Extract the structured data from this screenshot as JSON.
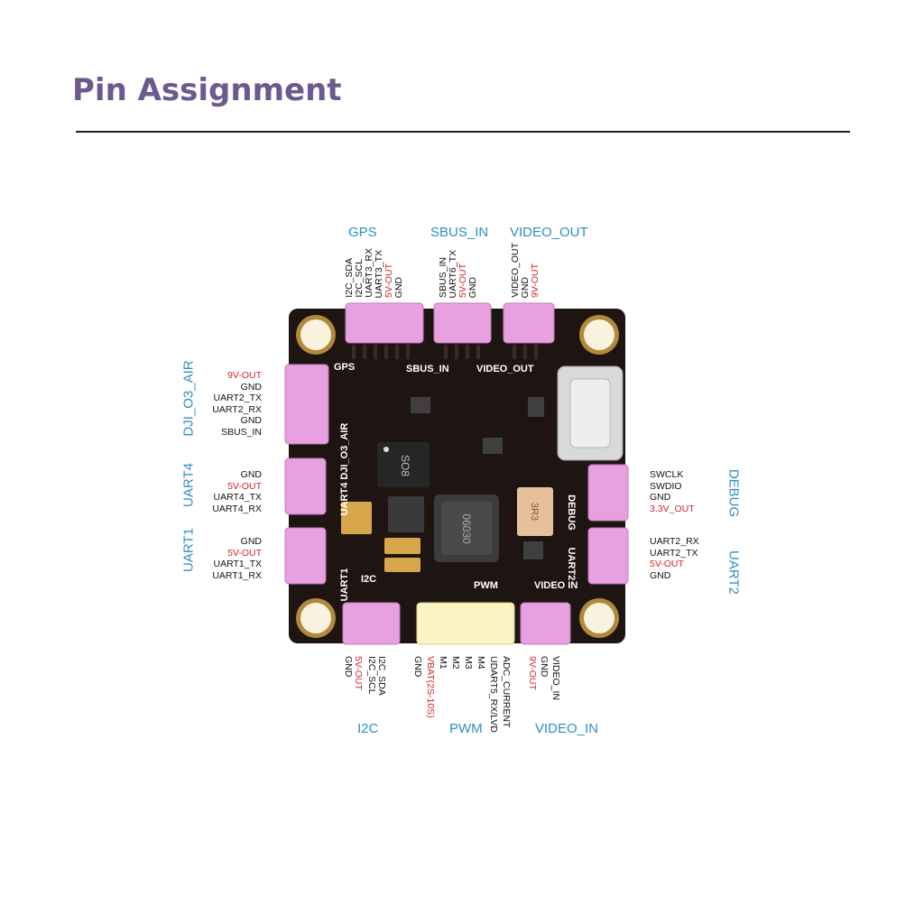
{
  "title": "Pin Assignment",
  "colors": {
    "title": "#6a5a8e",
    "group_label": "#2f8fc4",
    "power_pin": "#d1262b",
    "board": "#1e1512",
    "connector": "#e8a0e0"
  },
  "groups": {
    "gps": {
      "label": "GPS",
      "pins": [
        "I2C_SDA",
        "I2C_SCL",
        "UART3_RX",
        "UART3_TX",
        "5V-OUT",
        "GND"
      ]
    },
    "sbus_in": {
      "label": "SBUS_IN",
      "pins": [
        "SBUS_IN",
        "UART6_TX",
        "5V-OUT",
        "GND"
      ]
    },
    "video_out": {
      "label": "VIDEO_OUT",
      "pins": [
        "VIDEO_OUT",
        "GND",
        "9V-OUT"
      ]
    },
    "dji_o3_air": {
      "label": "DJI_O3_AIR",
      "pins": [
        "9V-OUT",
        "GND",
        "UART2_TX",
        "UART2_RX",
        "GND",
        "SBUS_IN"
      ]
    },
    "uart4": {
      "label": "UART4",
      "pins": [
        "GND",
        "5V-OUT",
        "UART4_TX",
        "UART4_RX"
      ]
    },
    "uart1": {
      "label": "UART1",
      "pins": [
        "GND",
        "5V-OUT",
        "UART1_TX",
        "UART1_RX"
      ]
    },
    "debug": {
      "label": "DEBUG",
      "pins": [
        "SWCLK",
        "SWDIO",
        "GND",
        "3.3V_OUT"
      ]
    },
    "uart2": {
      "label": "UART2",
      "pins": [
        "UART2_RX",
        "UART2_TX",
        "5V-OUT",
        "GND"
      ]
    },
    "i2c": {
      "label": "I2C",
      "pins": [
        "GND",
        "5V-OUT",
        "I2C_SCL",
        "I2C_SDA"
      ]
    },
    "pwm": {
      "label": "PWM",
      "pins": [
        "GND",
        "VBAT(2S-10S)",
        "M1",
        "M2",
        "M3",
        "M4",
        "UDART5_RX/LVD",
        "ADC_CURRENT"
      ]
    },
    "video_in": {
      "label": "VIDEO_IN",
      "pins": [
        "9V-OUT",
        "GND",
        "VIDEO_IN"
      ]
    }
  },
  "board_silkscreen": {
    "gps": "GPS",
    "sbus_in": "SBUS_IN",
    "video_out": "VIDEO_OUT",
    "dji": "UART4 DJI_O3_AIR",
    "debug": "DEBUG",
    "uart2": "UART2",
    "uart1": "UART1",
    "i2c": "I2C",
    "pwm": "PWM",
    "video_in": "VIDEO IN",
    "chip": "SO8",
    "inductor": "06030",
    "fuse": "3R3"
  },
  "power_pins": [
    "5V-OUT",
    "9V-OUT",
    "3.3V_OUT",
    "VBAT(2S-10S)"
  ]
}
